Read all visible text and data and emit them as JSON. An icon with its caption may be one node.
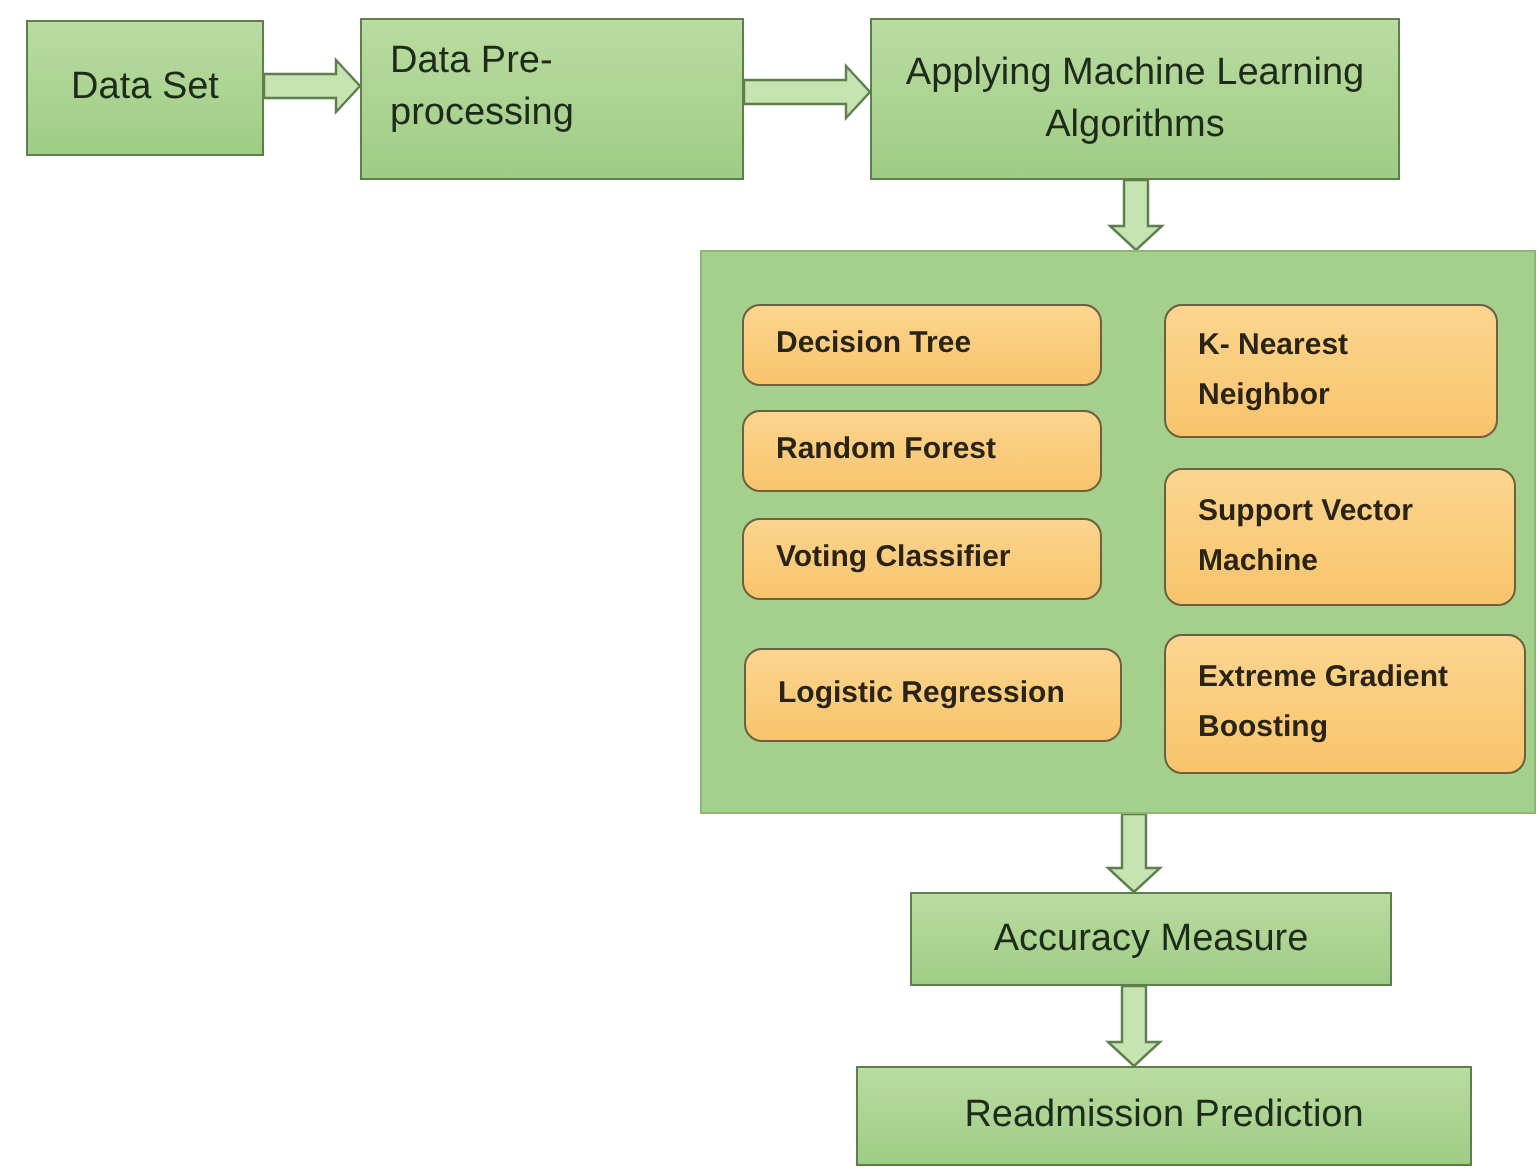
{
  "diagram": {
    "nodes": [
      {
        "text": [
          "Data Set"
        ]
      },
      {
        "text": [
          "Data Pre-processing"
        ]
      },
      {
        "text": [
          "Applying Machine Learning Algorithms"
        ]
      },
      {
        "text": [],
        "shape": "box"
      },
      {
        "text": [
          "Decision Tree"
        ],
        "in": 3
      },
      {
        "text": [
          "K- Nearest Neighbor"
        ],
        "in": 3
      },
      {
        "text": [
          "Random Forest"
        ],
        "in": 3
      },
      {
        "text": [
          "Support Vector Machine"
        ],
        "in": 3
      },
      {
        "text": [
          "Voting Classifier"
        ],
        "in": 3
      },
      {
        "text": [
          "Logistic Regression"
        ],
        "in": 3
      },
      {
        "text": [
          "Extreme Gradient Boosting"
        ],
        "in": 3
      },
      {
        "text": [
          "Accuracy Measure"
        ]
      },
      {
        "text": [
          "Readmission Prediction"
        ]
      }
    ],
    "edges": [
      {
        "from": 0,
        "to": 1,
        "arrow": "to"
      },
      {
        "from": 1,
        "to": 2,
        "arrow": "to"
      },
      {
        "from": 2,
        "to": 3,
        "arrow": "to"
      },
      {
        "from": 3,
        "to": 11,
        "arrow": "to"
      },
      {
        "from": 11,
        "to": 12,
        "arrow": "to"
      }
    ]
  }
}
